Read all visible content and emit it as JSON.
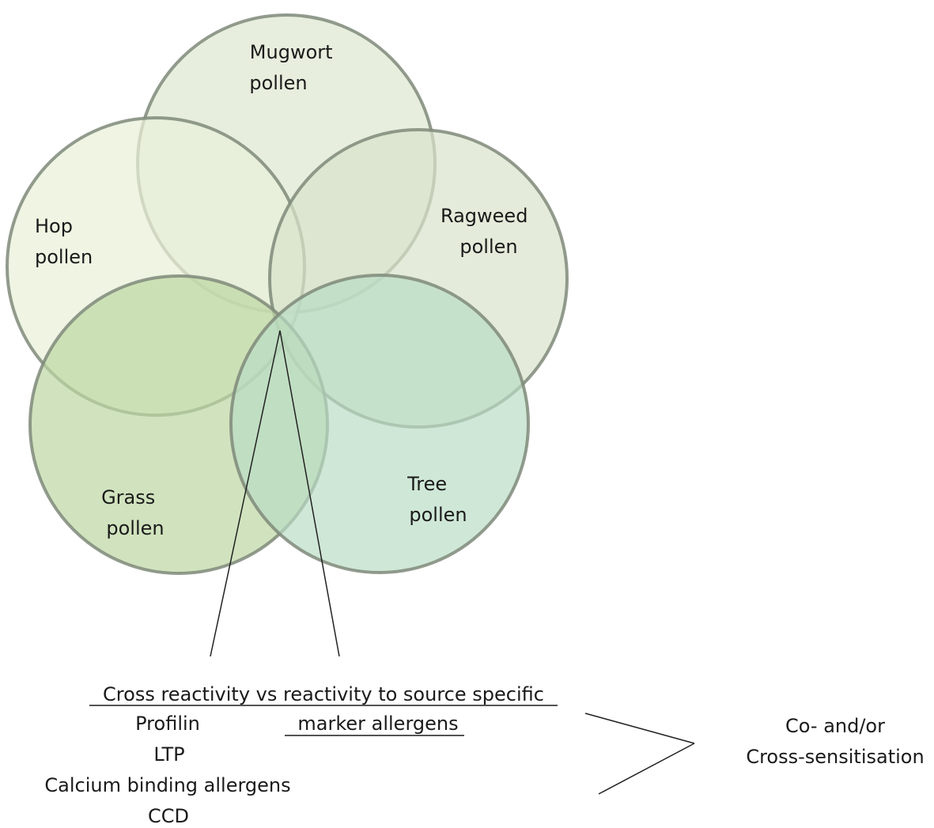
{
  "circles": [
    {
      "id": "mugwort",
      "lines": [
        "Mugwort",
        "pollen"
      ],
      "fill": "#dfe8d3"
    },
    {
      "id": "hop",
      "lines": [
        "Hop",
        "pollen"
      ],
      "fill": "#e9f0d8"
    },
    {
      "id": "ragweed",
      "lines": [
        "Ragweed",
        "pollen"
      ],
      "fill": "#d9e3cb"
    },
    {
      "id": "grass",
      "lines": [
        "Grass",
        "pollen"
      ],
      "fill": "#bdd7a2"
    },
    {
      "id": "tree",
      "lines": [
        "Tree",
        "pollen"
      ],
      "fill": "#b8dcc4"
    }
  ],
  "stroke_color": "#7f8a7a",
  "heading": {
    "line1": "Cross reactivity vs reactivity to source specific",
    "line2": "marker allergens"
  },
  "allergens": [
    "Profilin",
    "LTP",
    "Calcium binding allergens",
    "CCD"
  ],
  "outcome": [
    "Co- and/or",
    "Cross-sensitisation"
  ]
}
